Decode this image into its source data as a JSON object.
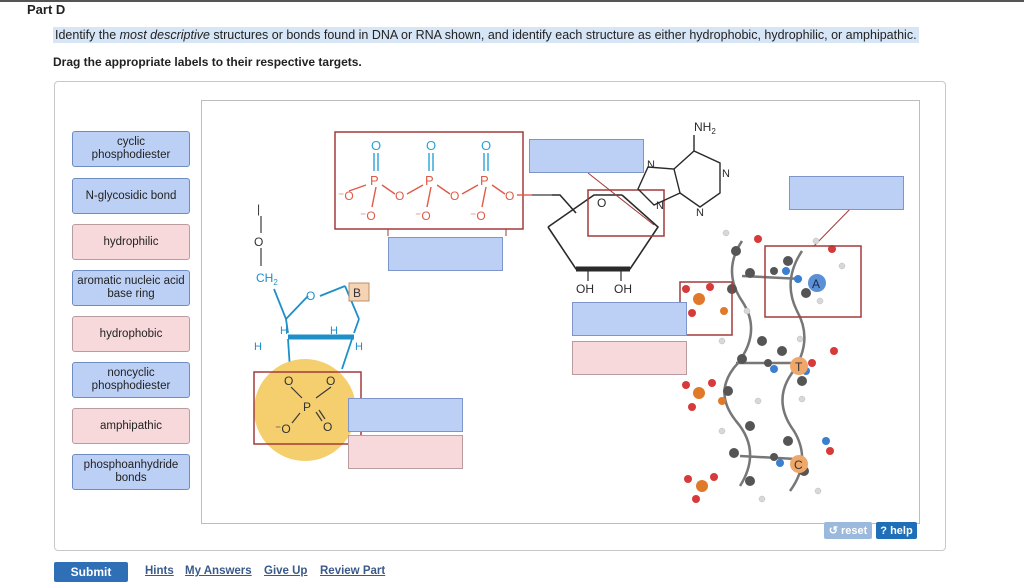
{
  "part_title": "Part D",
  "instruction": {
    "before": "Identify the ",
    "emphasis": "most descriptive",
    "after": " structures or bonds found in DNA or RNA shown, and identify each structure as either hydrophobic, hydrophilic, or amphipathic."
  },
  "drag_hint": "Drag the appropriate labels to their respective targets.",
  "labels": [
    {
      "text": "cyclic phosphodiester",
      "color": "blue"
    },
    {
      "text": "N-glycosidic bond",
      "color": "blue"
    },
    {
      "text": "hydrophilic",
      "color": "pink"
    },
    {
      "text": "aromatic nucleic acid base ring",
      "color": "blue"
    },
    {
      "text": "hydrophobic",
      "color": "pink"
    },
    {
      "text": "noncyclic phosphodiester",
      "color": "blue"
    },
    {
      "text": "amphipathic",
      "color": "pink"
    },
    {
      "text": "phosphoanhydride bonds",
      "color": "blue"
    }
  ],
  "diagram": {
    "nh2": "NH",
    "nh2_sub": "2",
    "oh1": "OH",
    "oh2": "OH",
    "base_b": "B",
    "ch2": "CH",
    "ch2_sub": "2",
    "nuc_a": "A",
    "nuc_t": "T",
    "nuc_c": "C"
  },
  "buttons": {
    "reset": "reset",
    "help": "help",
    "submit": "Submit"
  },
  "links": {
    "hints": "Hints",
    "my_answers": "My Answers",
    "give_up": "Give Up",
    "review_part": "Review Part"
  },
  "colors": {
    "target_blue": "#bcd0f5",
    "target_pink": "#f7d9dc",
    "box_red": "#a33a3a",
    "phosphate_cyan": "#2aa3d4",
    "orange_highlight": "#f5cf6e",
    "submit_blue": "#2f6fb5"
  }
}
